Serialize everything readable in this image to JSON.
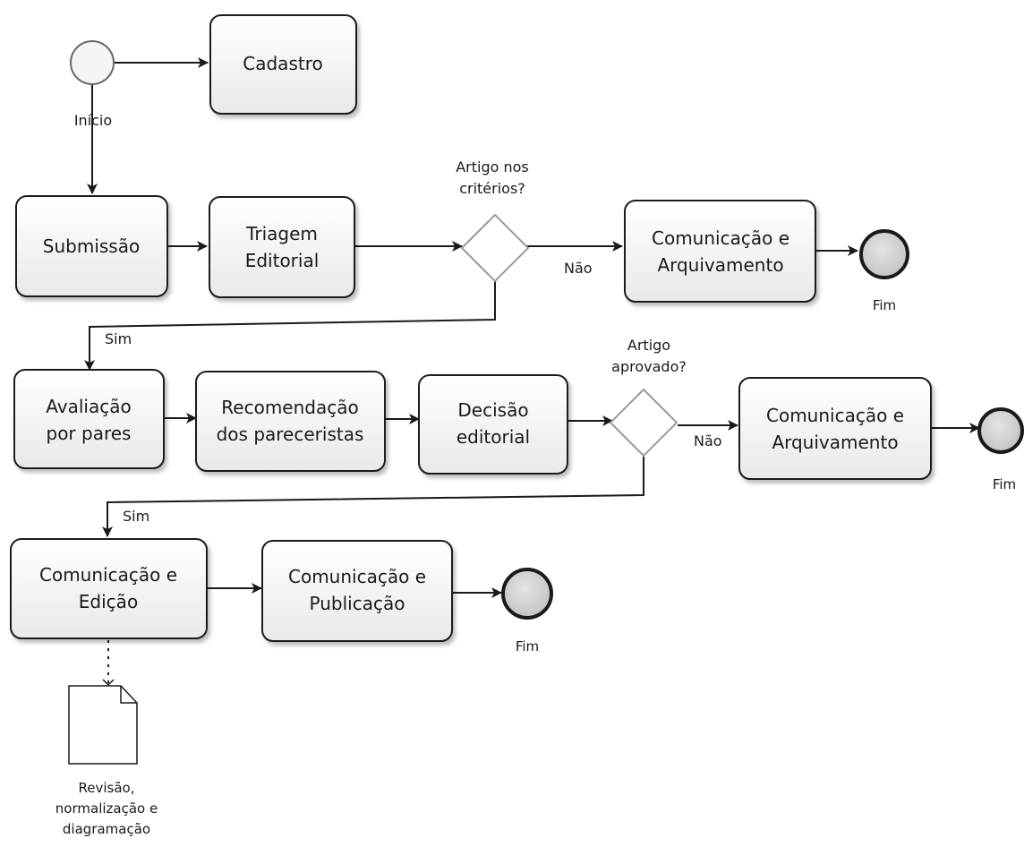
{
  "diagram": {
    "start_label": "Início",
    "tasks": {
      "cadastro": [
        "Cadastro"
      ],
      "submissao": [
        "Submissão"
      ],
      "triagem": [
        "Triagem",
        "Editorial"
      ],
      "comunicacao_arquivamento_1": [
        "Comunicação e",
        "Arquivamento"
      ],
      "avaliacao": [
        "Avaliação",
        "por pares"
      ],
      "recomendacao": [
        "Recomendação",
        "dos pareceristas"
      ],
      "decisao": [
        "Decisão",
        "editorial"
      ],
      "comunicacao_arquivamento_2": [
        "Comunicação e",
        "Arquivamento"
      ],
      "comunicacao_edicao": [
        "Comunicação e",
        "Edição"
      ],
      "comunicacao_publicacao": [
        "Comunicação e",
        "Publicação"
      ]
    },
    "gateways": {
      "criterios_question": [
        "Artigo nos",
        "critérios?"
      ],
      "aprovado_question": [
        "Artigo",
        "aprovado?"
      ]
    },
    "flow_labels": {
      "nao_1": "Não",
      "sim_1": "Sim",
      "nao_2": "Não",
      "sim_2": "Sim"
    },
    "end_labels": {
      "end_1": "Fim",
      "end_2": "Fim",
      "end_3": "Fim"
    },
    "document": [
      "Revisão,",
      "normalização e",
      "diagramação"
    ]
  }
}
